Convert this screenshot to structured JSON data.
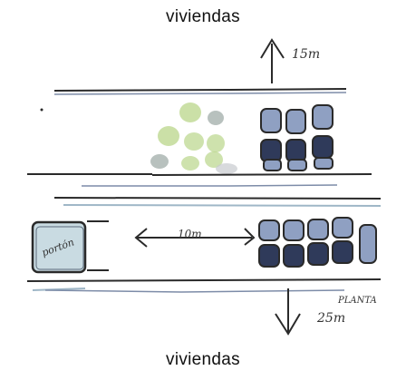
{
  "top_title": "viviendas",
  "top_distance": "15m",
  "bottom_distance": "25m",
  "plant_label": "PLANTA",
  "middle_distance": "10m",
  "building_label": "portón",
  "bottom_title": "viviendas",
  "colors": {
    "ink": "#2a2a2a",
    "bin_fill": "#2f3a5a",
    "bin_fill_light": "#8fa0c2",
    "tree_green": "#b9d68a",
    "tree_gray": "#9aa6a2",
    "box_fill": "#c9dbe2",
    "shadow": "#9fb7c7"
  }
}
